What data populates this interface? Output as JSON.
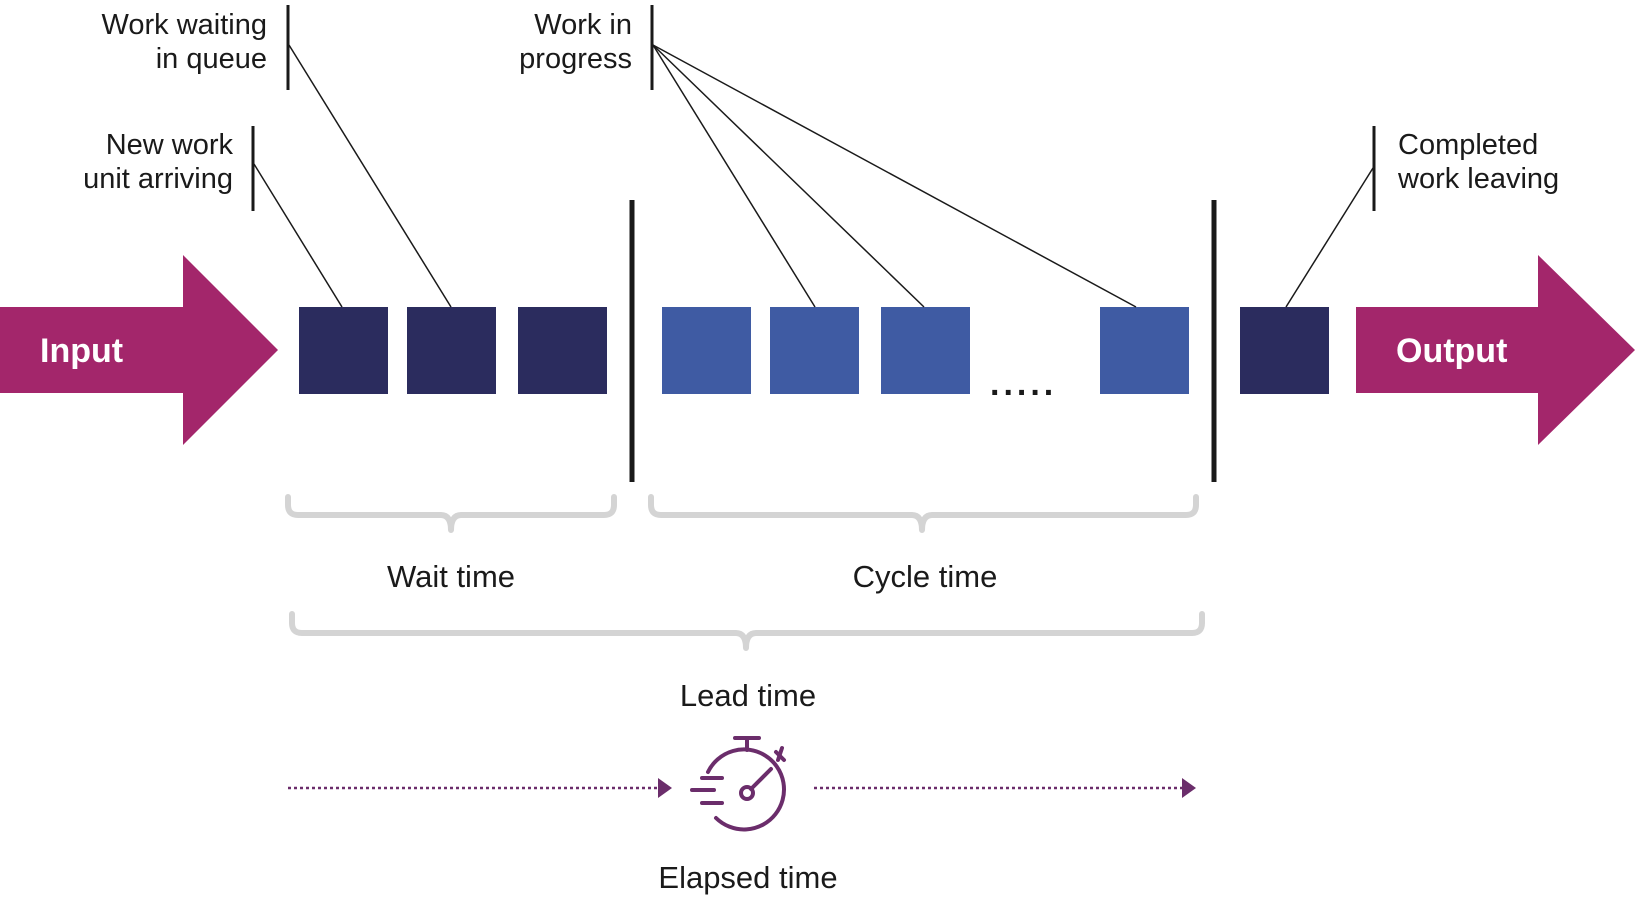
{
  "labels": {
    "input": "Input",
    "output": "Output",
    "new_work_line1": "New work",
    "new_work_line2": "unit arriving",
    "waiting_line1": "Work waiting",
    "waiting_line2": "in queue",
    "wip_line1": "Work in",
    "wip_line2": "progress",
    "completed_line1": "Completed",
    "completed_line2": "work leaving",
    "wait_time": "Wait time",
    "cycle_time": "Cycle time",
    "lead_time": "Lead time",
    "elapsed_time": "Elapsed time",
    "ellipsis": "....."
  },
  "colors": {
    "arrow": "#a3266b",
    "queue_box": "#2b2c5e",
    "wip_box": "#3f5ba3",
    "divider": "#1a1a1a",
    "brace": "#d4d4d4",
    "timeline": "#6b2d6b"
  },
  "icons": {
    "elapsed": "stopwatch-icon"
  }
}
